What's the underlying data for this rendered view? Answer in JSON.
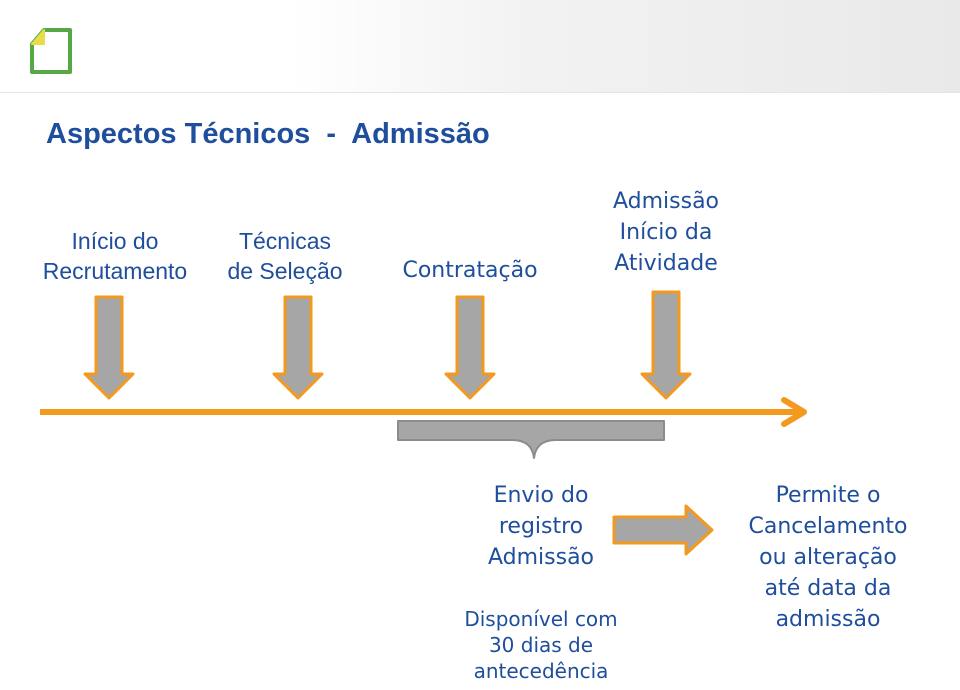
{
  "title": "Aspectos Técnicos  -  Admissão",
  "stages": [
    {
      "lines": [
        "Início do",
        "Recrutamento"
      ]
    },
    {
      "lines": [
        "Técnicas",
        "de Seleção"
      ]
    },
    {
      "lines": [
        "Contratação"
      ]
    },
    {
      "lines": [
        "Admissão",
        "Início da",
        "Atividade"
      ]
    }
  ],
  "envio": {
    "lines": [
      "Envio do",
      "registro",
      "Admissão"
    ]
  },
  "disponivel": {
    "lines": [
      "Disponível com",
      "30 dias de",
      "antecedência"
    ]
  },
  "permite": {
    "lines": [
      "Permite o",
      "Cancelamento",
      "ou alteração",
      "até data da",
      "admissão"
    ]
  },
  "colors": {
    "title": "#1f4e9d",
    "label": "#1f4e9d",
    "arrow_fill": "#a6a6a6",
    "arrow_stroke": "#f39a1e",
    "timeline": "#f39a1e",
    "bracket": "#8c8c8c",
    "logo_green": "#55a845",
    "logo_yellow": "#e8dc48"
  },
  "icons": [
    "document-logo-icon",
    "down-arrow-icon",
    "right-arrow-icon"
  ]
}
